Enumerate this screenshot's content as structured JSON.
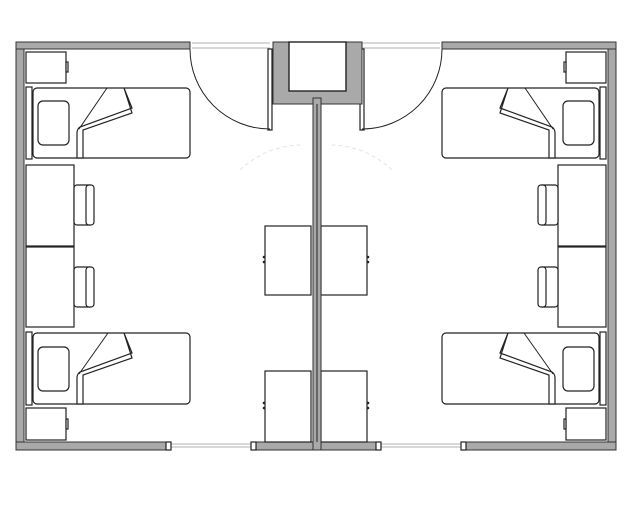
{
  "colors": {
    "wall": "#a9a9a9",
    "outline": "#222222",
    "background": "#ffffff"
  },
  "rooms": [
    {
      "side": "left",
      "beds": 2,
      "desks": 2,
      "chairs": 2,
      "nightstands": 2,
      "wardrobes": 2
    },
    {
      "side": "right",
      "beds": 2,
      "desks": 2,
      "chairs": 2,
      "nightstands": 2,
      "wardrobes": 2
    }
  ]
}
